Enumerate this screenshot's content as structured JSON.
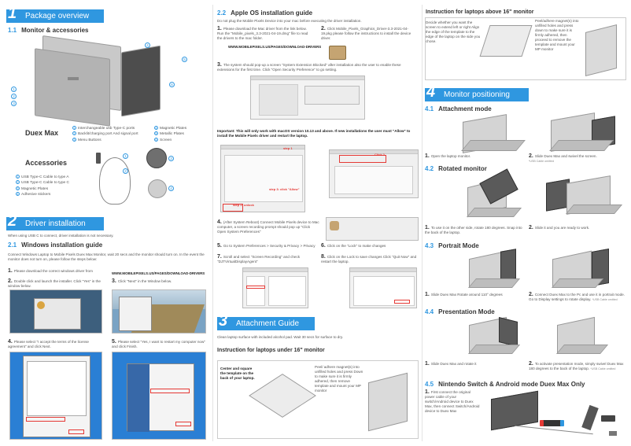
{
  "col1": {
    "sec1_num": "1",
    "sec1_title": "Package overview",
    "sub11_num": "1.1",
    "sub11_title": "Monitor & accessories",
    "duex_label": "Duex Max",
    "parts": [
      "Interchangeable usb Type-C ports",
      "Backlit/charging port And signal port",
      "Menu Buttons",
      "Magnetic Plates",
      "Metallic Plates",
      "Screen"
    ],
    "accessories_label": "Accessories",
    "acc_items": [
      "USB Type-C Cable to type A",
      "USB Type-C Cable to type C",
      "Magnetic Plates",
      "Adhesive stickers"
    ],
    "sec2_num": "2",
    "sec2_title": "Driver installation guide",
    "sec2_intro": "When using USB C to connect, driver installation is not necessary.",
    "sub21_num": "2.1",
    "sub21_title": "Windows installation guide",
    "sub21_text": "Connect Windows Laptop to Mobile Pixels Duex Max Monitor, wait 20 secs and the monitor should turn on. In the event the monitor does not turn on, please follow the steps below:",
    "w_step1": "Please download the correct windows driver from",
    "w_step1_url": "WWW.MOBILEPIXELS.US/PAGES/DOWNLOAD-DRIVERS",
    "w_step2": "Double click and launch the installer. Click \"Yes\" in the window below.",
    "w_step3": "Click \"Next\" in the Window below.",
    "w_step4": "Please select \"I accept the terms of the license agreement\" and click Next.",
    "w_step5": "Please select \"Yes, I want to restart my computer now\" and click Finish."
  },
  "col2": {
    "sub22_num": "2.2",
    "sub22_title": "Apple OS installation guide",
    "sub22_text": "Do not plug the Mobile Pixels Device into your mac before executing the driver installation.",
    "m_step1": "Please download the Mac driver from the link below. Run the \"Mobile_pixels_3.3-2021-04-19.dmg\" file to read the drivers to the mac folder.",
    "m_step1_url": "WWW.MOBILEPIXELS.US/PAGES/DOWNLOAD-DRIVERS",
    "m_step2": "Click Mobile_Pixels_Graphics_Driver-3.3-2021-04-19.pkg please follow the instructions to install the device driver.",
    "m_step3": "The system should pop-up a screen \"System Extension Blocked\" after installation also the user to enable these extensions for the first time. Click \"Open Security Preference\" to go setting.",
    "important": "Important: This will only work with macOS version 10.13 and above. If new installations the user must \"Allow\" to install the Mobile Pixels driver and restart the laptop.",
    "step1_tag": "step 1",
    "step2_tag": "step 2: unlock",
    "step3_tag": "step 3: click \"Allow\"",
    "m_step4": "(After System Reboot) Connect Mobile Pixels device to Mac computer, a screen recording prompt should pop up \"Click Open System Preferences\"",
    "m_step5": "Go to System Preferences > Security & Privacy > Privacy",
    "m_step6": "Click on the \"Lock\" to make changes",
    "m_step7": "Scroll and select \"Screen Recording\" and check \"DJTVirtualDisplayAgent\"",
    "m_step8": "Click on the Lock to save changes Click \"Quit Now\" and restart the laptop.",
    "sec3_num": "3",
    "sec3_title": "Attachment Guide",
    "sec3_intro": "Clean laptop surface with included alcohol pad. Wait 30 secs for surface to dry.",
    "under16_title": "Instruction for laptops under 16\" monitor",
    "center_square": "Center and square the template on the back of your laptop.",
    "peel_text": "Peel/ adhere magnet(s) into unfilled holes and press Down to make sure it is firmly adhered, then remove template and mount your MP monitor"
  },
  "col3": {
    "above16_title": "Instruction for laptops above 16\" monitor",
    "above16_text": "Decide whether you want the screen to extend left or right Align the edge of the template to the edge of the laptop on the side you chose.",
    "above16_text2": "Peel/adhere magnet(s) into unfilled holes and press down to make sure it is firmly adhered, then proceed to remove the template and mount your MP monitor",
    "sec4_num": "4",
    "sec4_title": "Monitor positioning guide",
    "sub41_num": "4.1",
    "sub41_title": "Attachment mode",
    "a1": "Open the laptop monitor.",
    "a2": "Slide Duex Max and swivel the screen.",
    "a2_note": "*USB Cable omitted",
    "sub42_num": "4.2",
    "sub42_title": "Rotated monitor",
    "r1": "To use it on the other side, rotate 180 degrees. Snap into the back of the laptop.",
    "r2": "Slide it and you are ready to work.",
    "sub43_num": "4.3",
    "sub43_title": "Portrait Mode",
    "p1": "Slide Duex Max Rotate around 110° degrees",
    "p2": "Connect Duex Max to the Pc and use it in portrait mode. Go to Display settings to rotate display.",
    "p2_note": "*USB Cable omitted",
    "sub44_num": "4.4",
    "sub44_title": "Presentation Mode",
    "pr1": "Slide Duex Max and rotate it",
    "pr2": "To activate presentation mode, simply swivel Duex Max 180 degrees to the back of the laptop.",
    "pr2_note": "*USB Cable omitted",
    "sub45_num": "4.5",
    "sub45_title": "Nintendo Switch & Android mode Duex Max Only",
    "n1": "First connect the original power cable of your switch/Android device to Duex Max, then connect Switch/Android device to Duex Max"
  },
  "colors": {
    "accent": "#2f97e0",
    "alert": "#e53935"
  }
}
